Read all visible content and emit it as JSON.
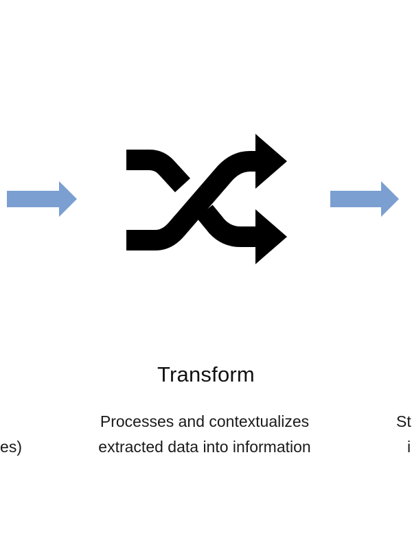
{
  "stage": {
    "title": "Transform",
    "description_line1": "Processes and contextualizes",
    "description_line2": "extracted data into information"
  },
  "left_fragment": {
    "text": "es)"
  },
  "right_fragment": {
    "line1": "St",
    "line2": "i"
  },
  "icons": {
    "center": "shuffle-icon",
    "connector": "right-arrow-icon"
  },
  "colors": {
    "arrow": "#7b9fd1",
    "icon": "#000000",
    "text": "#1a1a1a",
    "background": "#ffffff"
  }
}
